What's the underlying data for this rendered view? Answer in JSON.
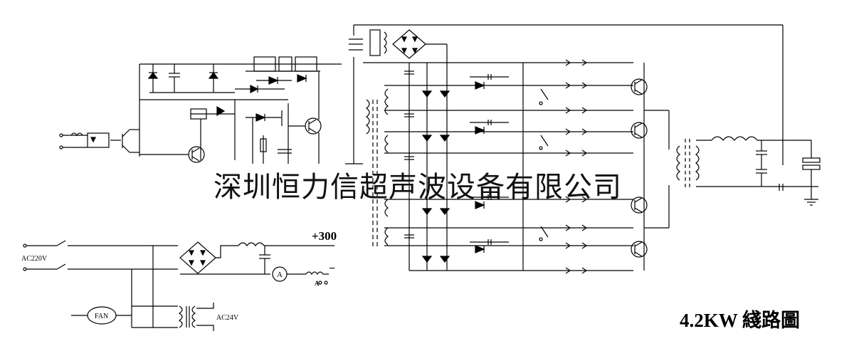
{
  "diagram": {
    "title": "4.2KW 綫路圖",
    "watermark": "深圳恒力信超声波设备有限公司",
    "labels": {
      "voltage_plus": "+300",
      "voltage_minus": "−",
      "mains": "AC220V",
      "fan": "FAN",
      "ac24": "AC24V",
      "ammeter": "A",
      "node_a": "A"
    }
  }
}
